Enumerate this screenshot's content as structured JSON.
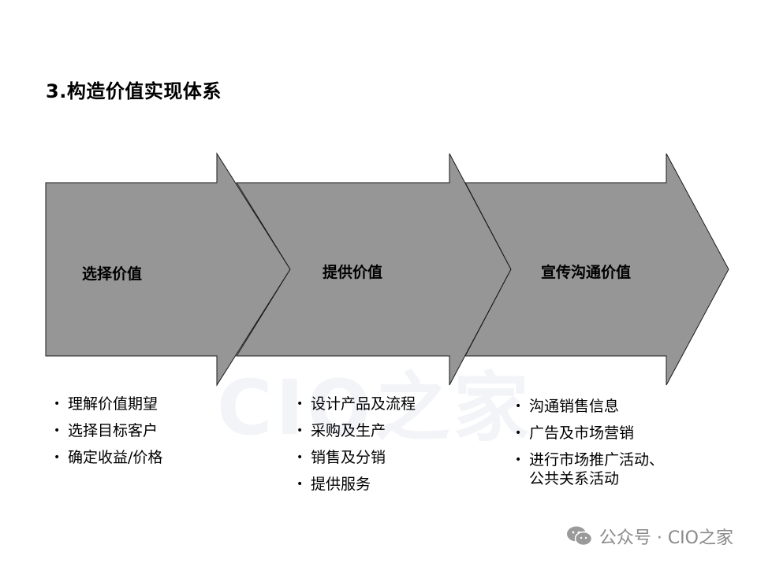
{
  "title": "3.构造价值实现体系",
  "stages": [
    {
      "label": "选择价值",
      "items": [
        "理解价值期望",
        "选择目标客户",
        "确定收益/价格"
      ]
    },
    {
      "label": "提供价值",
      "items": [
        "设计产品及流程",
        "采购及生产",
        "销售及分销",
        "提供服务"
      ]
    },
    {
      "label": "宣传沟通价值",
      "items": [
        "沟通销售信息",
        "广告及市场营销",
        "进行市场推广活动、\n公共关系活动"
      ]
    }
  ],
  "watermark": "CIO之家",
  "footer": {
    "account": "公众号 · CIO之家",
    "icon": "wechat-icon"
  },
  "colors": {
    "arrow_fill": "#969696",
    "arrow_stroke": "#1a1a1a"
  }
}
